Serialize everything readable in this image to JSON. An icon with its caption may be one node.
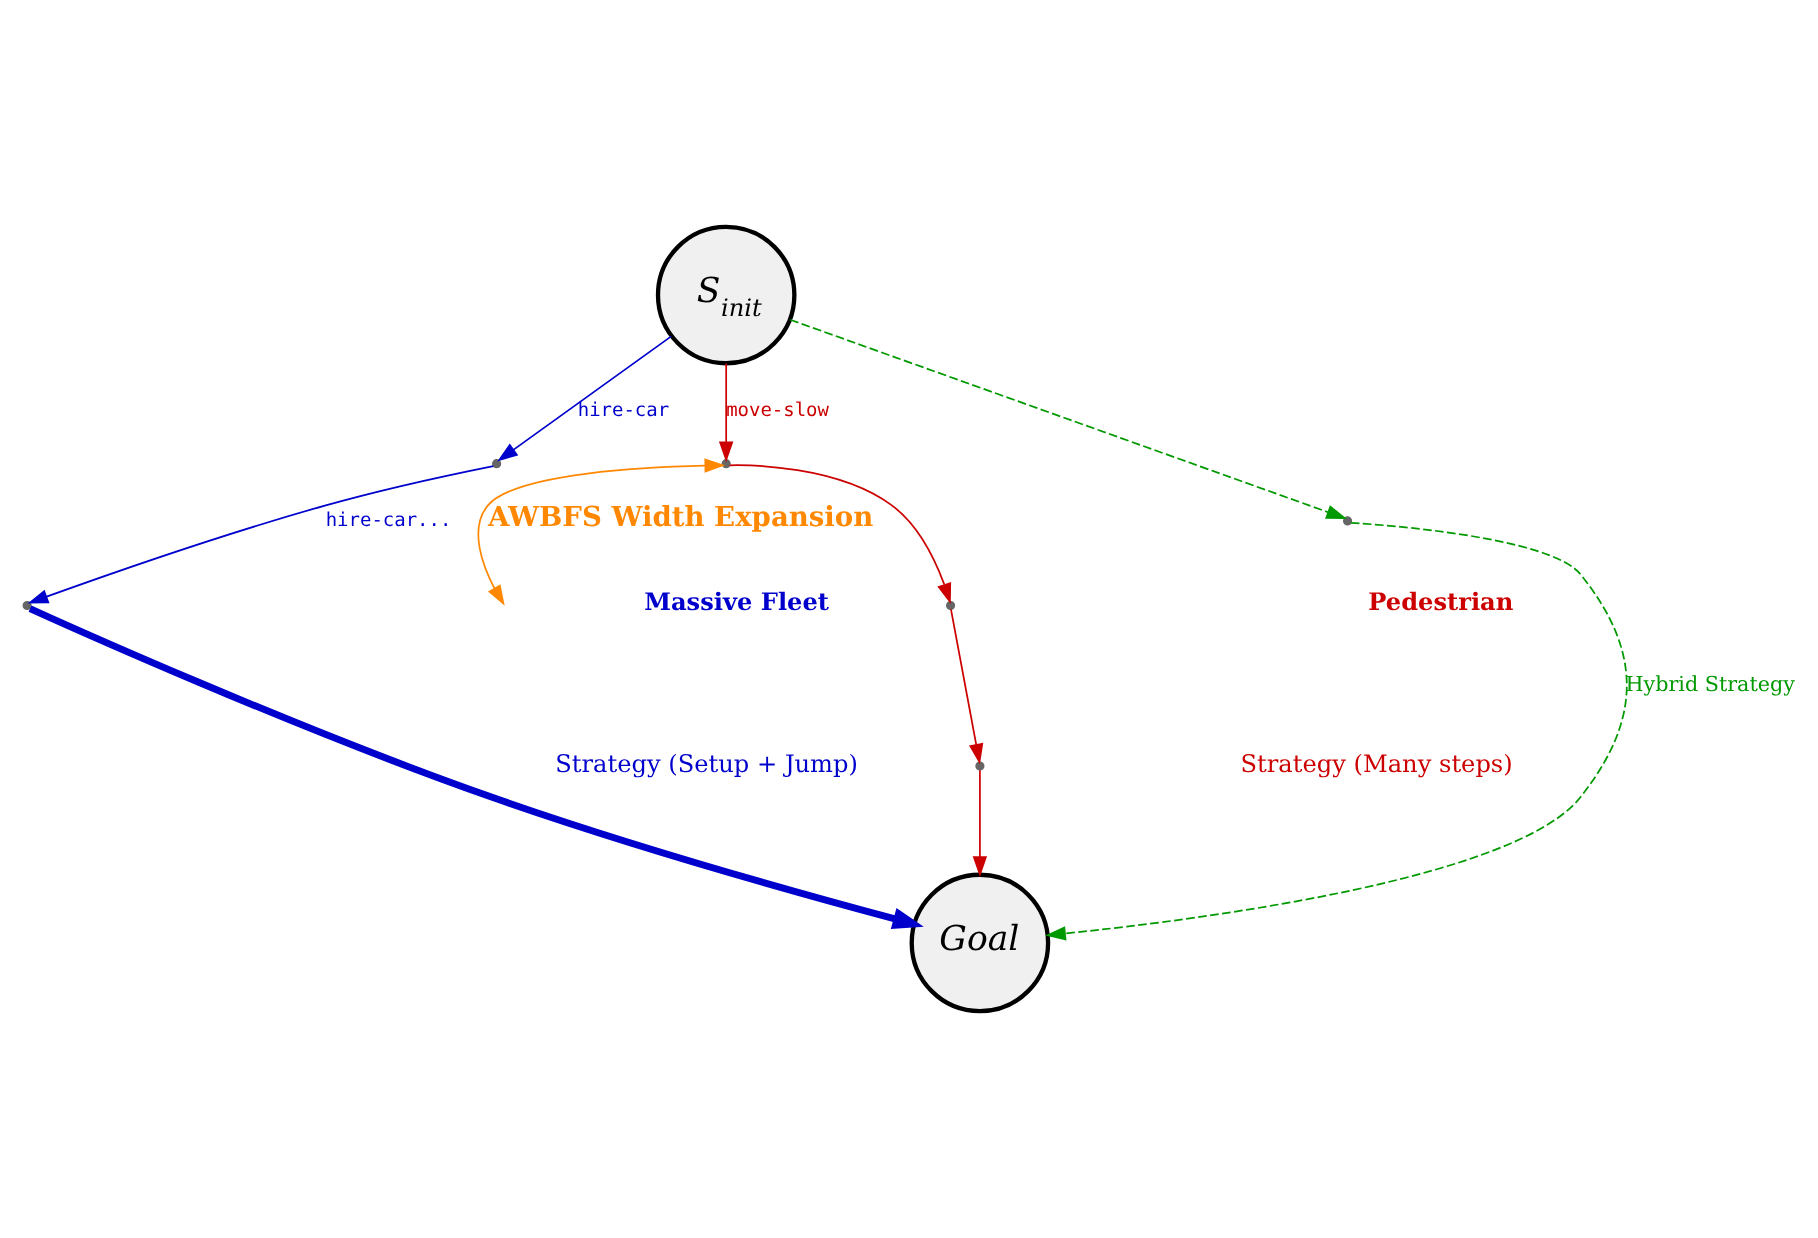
{
  "diagram": {
    "nodes": [
      {
        "text": [
          "S$_{init}$"
        ]
      },
      {
        "text": [],
        "shape": "point"
      },
      {
        "text": [],
        "shape": "point"
      },
      {
        "text": [],
        "shape": "point"
      },
      {
        "text": [
          "Goal"
        ]
      },
      {
        "text": [],
        "shape": "point"
      },
      {
        "text": [],
        "shape": "point"
      },
      {
        "text": [],
        "shape": "point"
      }
    ],
    "edges": [
      {
        "from": 0,
        "to": 1,
        "arrow": "to",
        "label": "move-slow",
        "color": "#cc0000"
      },
      {
        "from": 1,
        "to": 2,
        "arrow": "to",
        "color": "#cc0000"
      },
      {
        "from": 2,
        "to": 3,
        "arrow": "to",
        "color": "#cc0000"
      },
      {
        "from": 3,
        "to": 4,
        "arrow": "to",
        "color": "#cc0000"
      },
      {
        "from": 0,
        "to": 5,
        "arrow": "to",
        "label": "hire-car",
        "color": "#0000cc"
      },
      {
        "from": 5,
        "to": 6,
        "arrow": "to",
        "label": "hire-car...",
        "color": "#0000cc"
      },
      {
        "from": 6,
        "to": 4,
        "arrow": "to",
        "style": "thick",
        "color": "#0000cc"
      },
      {
        "from": 0,
        "to": 7,
        "arrow": "to",
        "style": "dashed",
        "color": "#009900"
      },
      {
        "from": 7,
        "to": 4,
        "arrow": "to",
        "style": "dashed",
        "label": "Hybrid Strategy",
        "color": "#009900"
      },
      {
        "from": 1,
        "to": null,
        "arrow": "both",
        "label": "AWBFS Width Expansion",
        "color": "#ff8800"
      }
    ],
    "labels": [
      "Pedestrian",
      "Strategy (Many steps)",
      "Massive Fleet",
      "Strategy (Setup + Jump)"
    ]
  }
}
